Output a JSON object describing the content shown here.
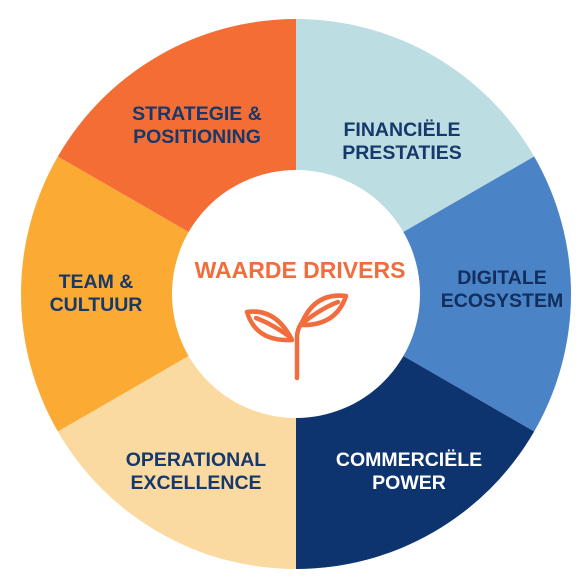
{
  "center": {
    "title": "WAARDE DRIVERS",
    "icon": "sprout-icon",
    "color": "#f26d3d"
  },
  "segments": [
    {
      "key": "financiele-prestaties",
      "lines": [
        "FINANCIËLE",
        "PRESTATIES"
      ],
      "color": "#bcdde2",
      "text_color": "#17386b"
    },
    {
      "key": "digitale-ecosystem",
      "lines": [
        "DIGITALE",
        "ECOSYSTEM"
      ],
      "color": "#4a83c6",
      "text_color": "#112e5e"
    },
    {
      "key": "commerciele-power",
      "lines": [
        "COMMERCIËLE",
        "POWER"
      ],
      "color": "#0e3470",
      "text_color": "#ffffff"
    },
    {
      "key": "operational-excellence",
      "lines": [
        "OPERATIONAL",
        "EXCELLENCE"
      ],
      "color": "#fadaa1",
      "text_color": "#17386b"
    },
    {
      "key": "team-cultuur",
      "lines": [
        "TEAM &",
        "CULTUUR"
      ],
      "color": "#fbab34",
      "text_color": "#17386b"
    },
    {
      "key": "strategie-positioning",
      "lines": [
        "STRATEGIE &",
        "POSITIONING"
      ],
      "color": "#f36d34",
      "text_color": "#17386b"
    }
  ]
}
